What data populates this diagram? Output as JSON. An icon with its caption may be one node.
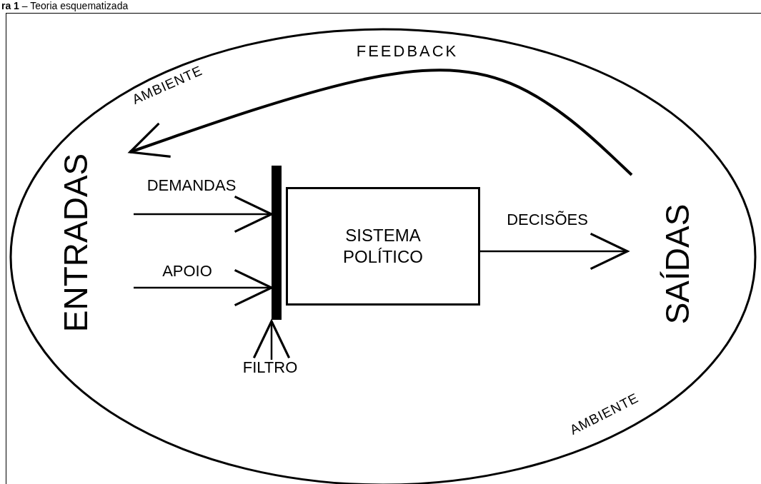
{
  "diagram": {
    "title": "**ra 1** – Teoria esquematizada",
    "nodes": [
      {
        "text": [
          "AMBIENTE",
          "AMBIENTE"
        ]
      },
      {
        "text": [
          "ENTRADAS"
        ],
        "in": 0
      },
      {
        "text": [],
        "shape": "bar",
        "in": 0
      },
      {
        "text": [
          "SISTEMA POLÍTICO"
        ],
        "in": 0
      },
      {
        "text": [
          "FILTRO"
        ],
        "in": 0
      },
      {
        "text": [
          "SAÍDAS"
        ],
        "in": 0
      }
    ],
    "edges": [
      {
        "from": null,
        "to": 2,
        "arrow": "to",
        "label": "DEMANDAS"
      },
      {
        "from": null,
        "to": 2,
        "arrow": "to",
        "label": "APOIO"
      },
      {
        "from": 4,
        "to": 2,
        "arrow": "to"
      },
      {
        "from": 3,
        "to": 5,
        "arrow": "to",
        "label": "DECISÕES"
      },
      {
        "from": 5,
        "to": 1,
        "arrow": "to",
        "label": "FEEDBACK"
      }
    ]
  }
}
